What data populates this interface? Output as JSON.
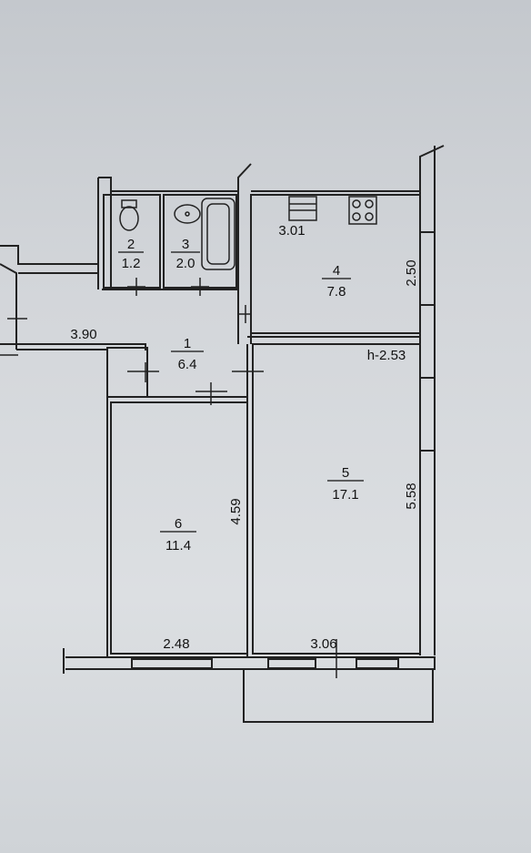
{
  "rooms": [
    {
      "number": "1",
      "area": "6.4"
    },
    {
      "number": "2",
      "area": "1.2"
    },
    {
      "number": "3",
      "area": "2.0"
    },
    {
      "number": "4",
      "area": "7.8"
    },
    {
      "number": "5",
      "area": "17.1"
    },
    {
      "number": "6",
      "area": "11.4"
    }
  ],
  "dimensions": {
    "corridor_length": "3.90",
    "kitchen_width": "3.01",
    "kitchen_depth": "2.50",
    "ceiling_height": "h-2.53",
    "room5_depth": "5.58",
    "room5_width": "3.06",
    "room6_depth": "4.59",
    "room6_width": "2.48"
  },
  "colors": {
    "wall": "#2a2a2a",
    "line": "#1a1a1a",
    "paper": "#d6d9dd"
  }
}
